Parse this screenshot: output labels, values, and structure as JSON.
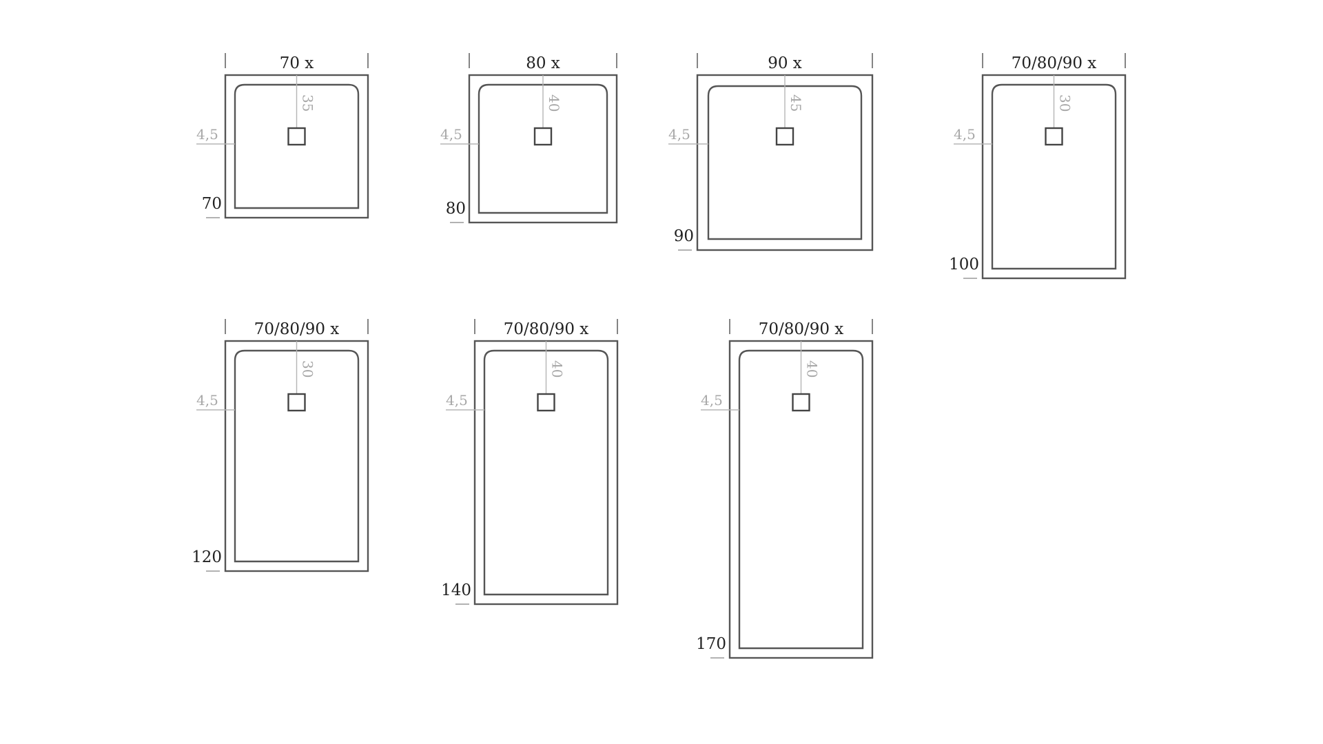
{
  "margin_label": "4,5",
  "trays": [
    {
      "width_label": "70 x",
      "length_label": "70",
      "drain_offset": "35"
    },
    {
      "width_label": "80 x",
      "length_label": "80",
      "drain_offset": "40"
    },
    {
      "width_label": "90 x",
      "length_label": "90",
      "drain_offset": "45"
    },
    {
      "width_label": "70/80/90 x",
      "length_label": "100",
      "drain_offset": "30"
    },
    {
      "width_label": "70/80/90 x",
      "length_label": "120",
      "drain_offset": "30"
    },
    {
      "width_label": "70/80/90 x",
      "length_label": "140",
      "drain_offset": "40"
    },
    {
      "width_label": "70/80/90 x",
      "length_label": "170",
      "drain_offset": "40"
    }
  ]
}
